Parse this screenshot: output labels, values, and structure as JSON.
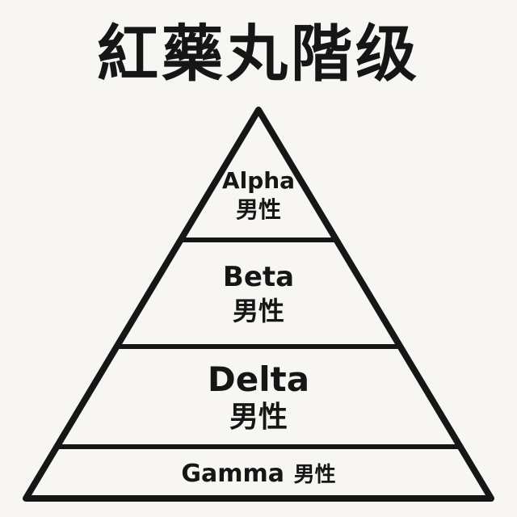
{
  "title": "紅藥丸階级",
  "pyramid": {
    "line_color": "#161616",
    "background_color": "#f8f6f2",
    "tiers": [
      {
        "name": "Alpha",
        "label": "男性"
      },
      {
        "name": "Beta",
        "label": "男性"
      },
      {
        "name": "Delta",
        "label": "男性"
      },
      {
        "name": "Gamma",
        "label": "男性"
      }
    ]
  }
}
